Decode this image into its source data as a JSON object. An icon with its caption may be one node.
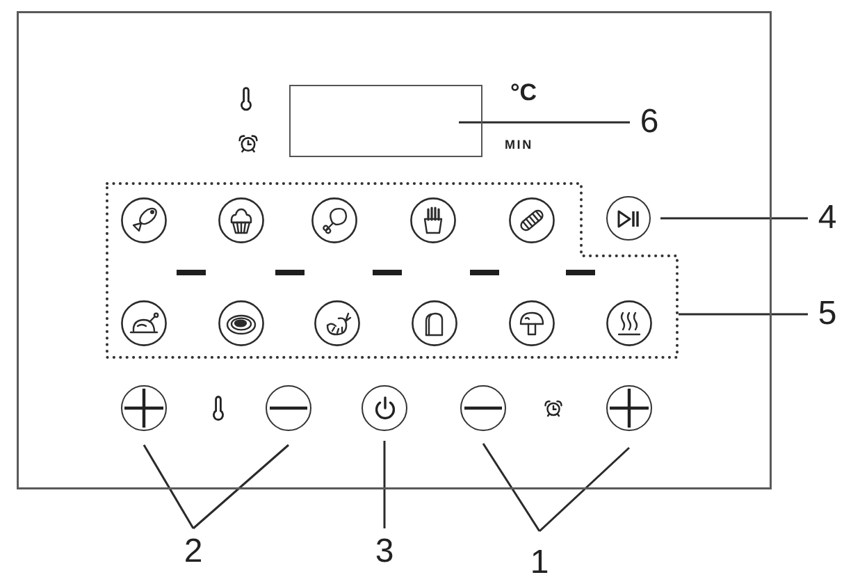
{
  "diagram": {
    "nodes": [
      {
        "text": [],
        "shape": "box"
      },
      {
        "text": [],
        "shape": "box",
        "in": 0
      },
      {
        "text": [
          "6"
        ],
        "in": 0
      },
      {
        "text": [],
        "shape": "circle",
        "in": 0
      },
      {
        "text": [
          "4"
        ]
      },
      {
        "text": [],
        "shape": "box",
        "in": 0
      },
      {
        "text": [
          "5"
        ]
      },
      {
        "text": [],
        "shape": "circle",
        "in": 0
      },
      {
        "text": [],
        "shape": "circle",
        "in": 0
      },
      {
        "text": [],
        "shape": "circle",
        "in": 0
      },
      {
        "text": [],
        "shape": "circle",
        "in": 0
      },
      {
        "text": [],
        "shape": "circle",
        "in": 0
      },
      {
        "text": [
          "2"
        ]
      },
      {
        "text": [
          "3"
        ]
      },
      {
        "text": [
          "1"
        ]
      }
    ],
    "edges": [
      {
        "from": 2,
        "to": 1,
        "arrow": "none"
      },
      {
        "from": 4,
        "to": 3,
        "arrow": "none"
      },
      {
        "from": 6,
        "to": 5,
        "arrow": "none"
      },
      {
        "from": 12,
        "to": 7,
        "arrow": "none"
      },
      {
        "from": 12,
        "to": 8,
        "arrow": "none"
      },
      {
        "from": 13,
        "to": 9,
        "arrow": "none"
      },
      {
        "from": 14,
        "to": 10,
        "arrow": "none"
      },
      {
        "from": 14,
        "to": 11,
        "arrow": "none"
      }
    ],
    "labels": [
      "°C",
      "MIN"
    ]
  }
}
